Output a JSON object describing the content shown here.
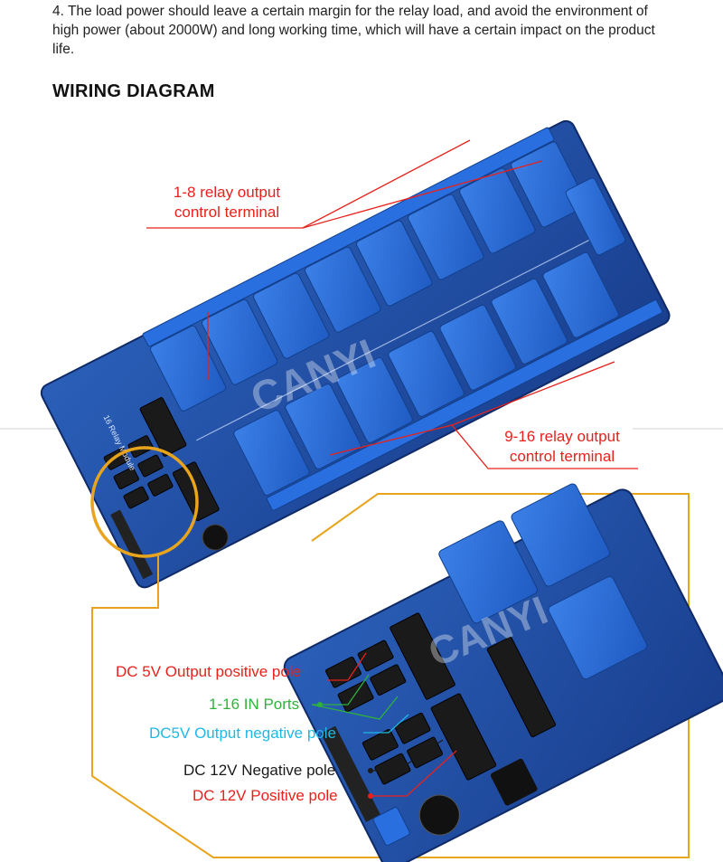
{
  "note": {
    "text": "4. The load power should leave a certain margin for the relay load, and avoid the environment of high power (about 2000W) and long working time, which will have a certain impact on the product life."
  },
  "heading": "WIRING DIAGRAM",
  "board": {
    "module_label": "16 Relay Module",
    "watermark": "CANYI",
    "color": "#1f4fa8",
    "relay_color": "#2f6fd6"
  },
  "callouts": [
    {
      "lines": [
        "1-8 relay output",
        "control terminal"
      ],
      "color": "#e8211b"
    },
    {
      "lines": [
        "9-16 relay output",
        "control terminal"
      ],
      "color": "#e8211b"
    }
  ],
  "pins": [
    {
      "text": "DC 5V Output positive pole",
      "color": "#e8211b"
    },
    {
      "text": "1-16 IN Ports",
      "color": "#2fb13c"
    },
    {
      "text": "DC5V Output negative pole",
      "color": "#1fb8e6"
    },
    {
      "text": "DC 12V Negative pole",
      "color": "#1a1a1a"
    },
    {
      "text": "DC 12V Positive pole",
      "color": "#e8211b"
    }
  ],
  "highlight_color": "#e8a41c"
}
